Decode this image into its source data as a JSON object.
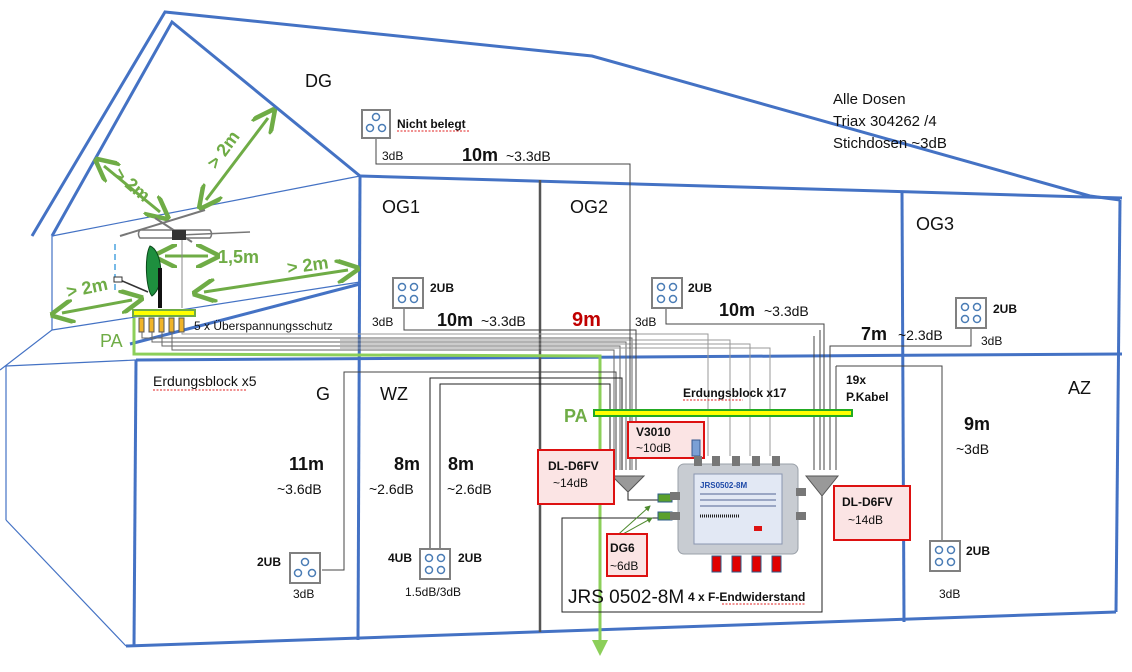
{
  "rooms": {
    "dg": "DG",
    "og1": "OG1",
    "og2": "OG2",
    "og3": "OG3",
    "g": "G",
    "wz": "WZ",
    "az": "AZ"
  },
  "note": {
    "line1": "Alle Dosen",
    "line2": "Triax 304262 /4",
    "line3": "Stichdosen ~3dB"
  },
  "antenna": {
    "distance_top_left": "> 2m",
    "distance_top_right": "> 2m",
    "distance_dish_mast": "1,5m",
    "distance_right": "> 2m",
    "distance_left": "> 2m",
    "surge_protection": "5 x Überspannungsschutz",
    "pa_label": "PA"
  },
  "outlets": [
    {
      "id": "dg",
      "label": "Nicht belegt",
      "loss": "3dB",
      "cable_length": "10m",
      "cable_loss": "~3.3dB"
    },
    {
      "id": "og1",
      "label": "2UB",
      "loss": "3dB",
      "cable_length": "10m",
      "cable_loss": "~3.3dB"
    },
    {
      "id": "og2",
      "label": "2UB",
      "loss": "3dB",
      "cable_length": "10m",
      "cable_loss": "~3.3dB"
    },
    {
      "id": "og3",
      "label": "2UB",
      "loss": "3dB",
      "cable_length": "7m",
      "cable_loss": "~2.3dB"
    },
    {
      "id": "g",
      "label": "2UB",
      "loss": "3dB",
      "cable_length": "11m",
      "cable_loss": "~3.6dB"
    },
    {
      "id": "wz",
      "label_left": "4UB",
      "label_right": "2UB",
      "loss": "1.5dB/3dB",
      "cable_length_left": "8m",
      "cable_loss_left": "~2.6dB",
      "cable_length_right": "8m",
      "cable_loss_right": "~2.6dB"
    },
    {
      "id": "az",
      "label": "2UB",
      "loss": "3dB",
      "cable_length": "9m",
      "cable_loss": "~3dB"
    }
  ],
  "og2_feed_length": "9m",
  "grounding": {
    "block_x5": "Erdungsblock x5",
    "block_x17": "Erdungsblock x17",
    "pa_label": "PA",
    "cables": "19x",
    "cables_sub": "P.Kabel"
  },
  "components": {
    "v3010": {
      "name": "V3010",
      "loss": "~10dB"
    },
    "dl_left": {
      "name": "DL-D6FV",
      "loss": "~14dB"
    },
    "dl_right": {
      "name": "DL-D6FV",
      "loss": "~14dB"
    },
    "dg6": {
      "name": "DG6",
      "loss": "~6dB"
    },
    "multiswitch": {
      "name": "JRS 0502-8M",
      "device_label": "JRS0502-8M",
      "terminators": "4 x F-Endwiderstand"
    }
  },
  "colors": {
    "wall": "#4472c4",
    "green": "#6fac46",
    "cable": "#555555",
    "red_box": "#dd1111",
    "red_fill": "#fbe4e4",
    "yellow": "#ffff00",
    "orange": "#f0b429"
  }
}
